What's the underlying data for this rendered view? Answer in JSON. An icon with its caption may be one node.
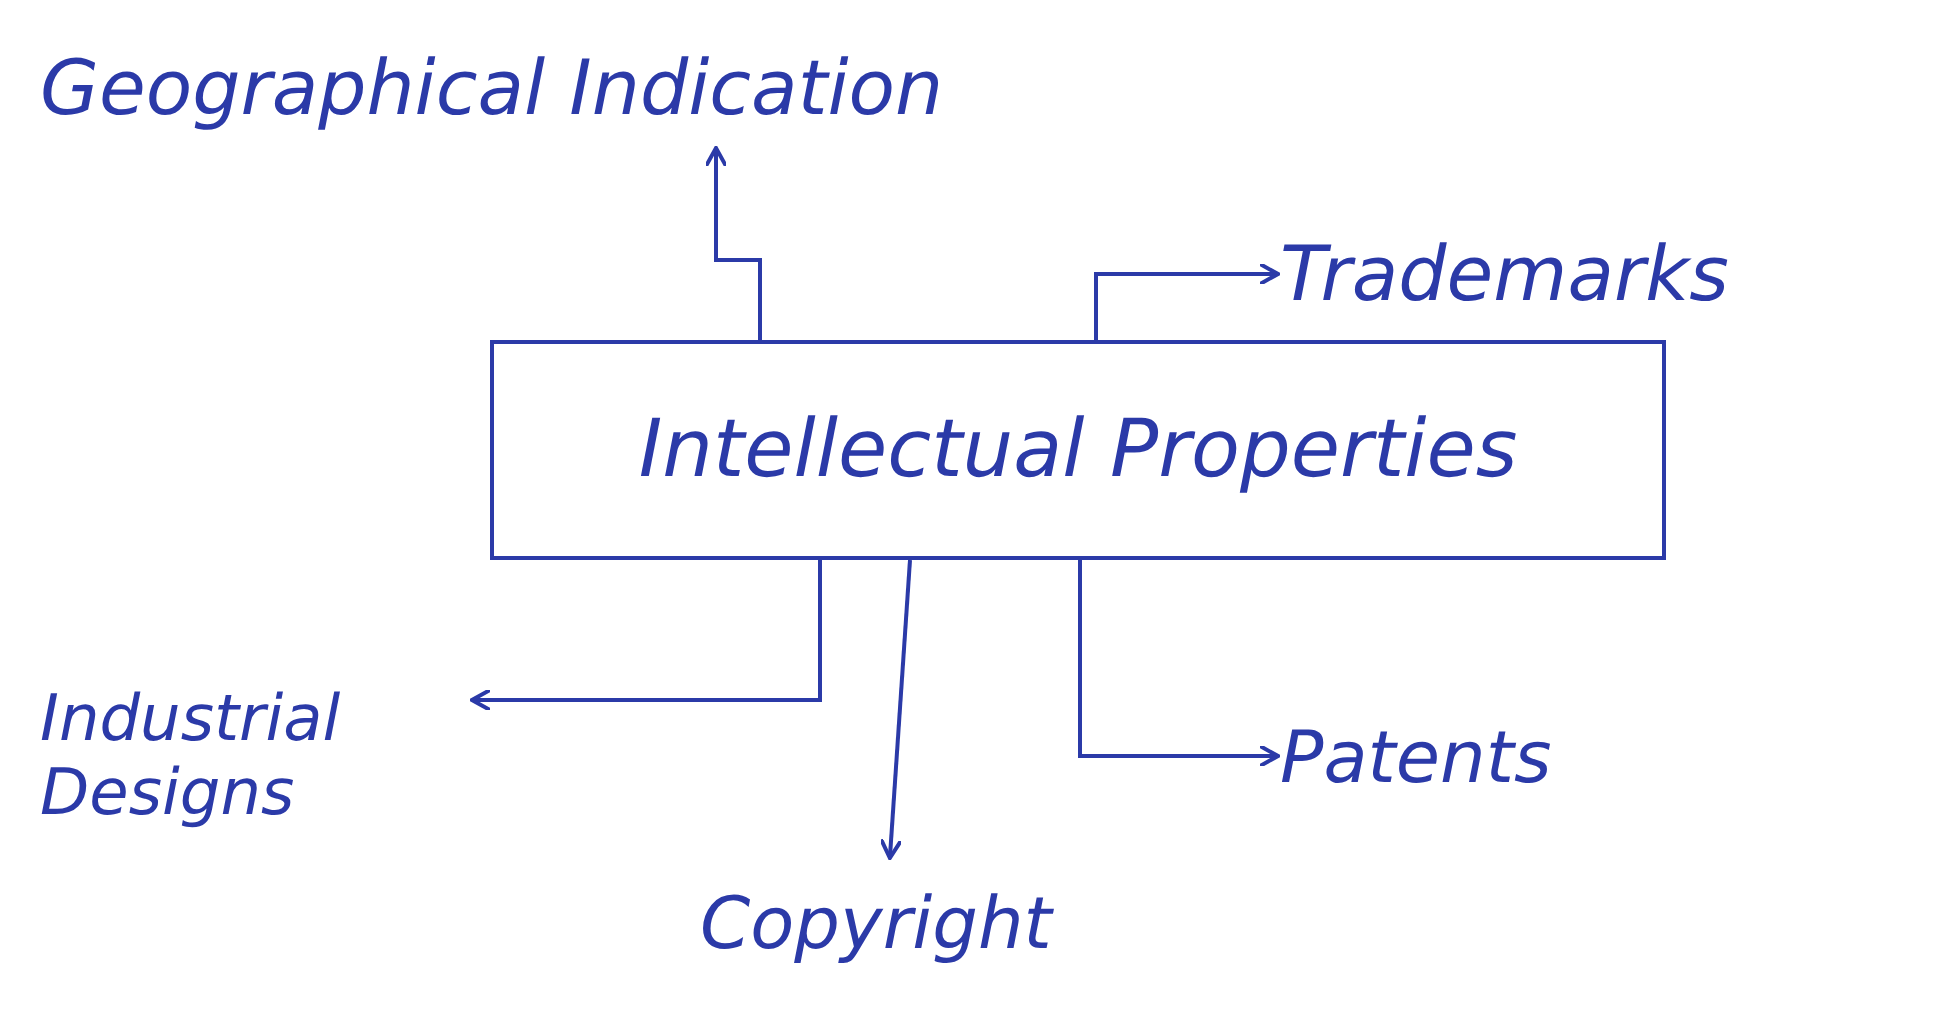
{
  "diagram": {
    "nodes": [
      {
        "text": [
          "Geographical Indication"
        ]
      },
      {
        "text": [
          "Trademarks"
        ]
      },
      {
        "text": [
          "Intellectual Properties"
        ]
      },
      {
        "text": [
          "Industrial Designs"
        ]
      },
      {
        "text": [
          "Patents"
        ]
      },
      {
        "text": [
          "Copyright"
        ]
      }
    ],
    "edges": [
      {
        "from": 2,
        "to": 0,
        "arrow": "to"
      },
      {
        "from": 2,
        "to": 1,
        "arrow": "to"
      },
      {
        "from": 2,
        "to": 3,
        "arrow": "to"
      },
      {
        "from": 2,
        "to": 5,
        "arrow": "to"
      },
      {
        "from": 2,
        "to": 4,
        "arrow": "to"
      }
    ]
  }
}
